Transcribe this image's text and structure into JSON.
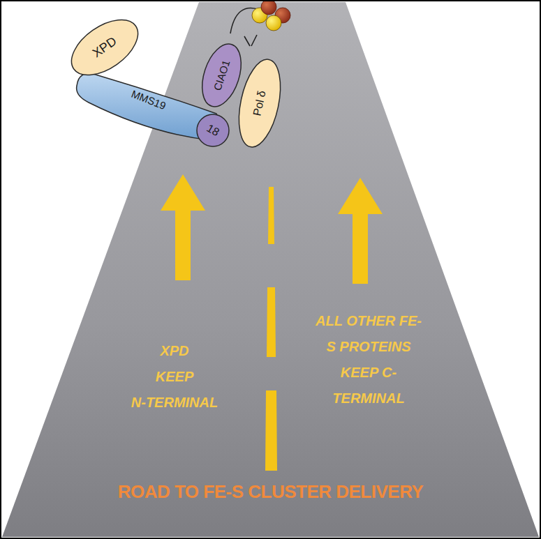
{
  "diagram": {
    "title": "ROAD TO FE-S CLUSTER DELIVERY",
    "nodes": [
      {
        "text": [
          "XPD"
        ]
      },
      {
        "text": [
          "MMS19"
        ]
      },
      {
        "text": [
          "CIAO1"
        ]
      },
      {
        "text": [
          "18"
        ]
      },
      {
        "text": [
          "Pol δ"
        ]
      }
    ],
    "labels": [
      "XPD KEEP N-TERMINAL",
      "ALL OTHER FE-S PROTEINS KEEP C-TERMINAL"
    ]
  }
}
